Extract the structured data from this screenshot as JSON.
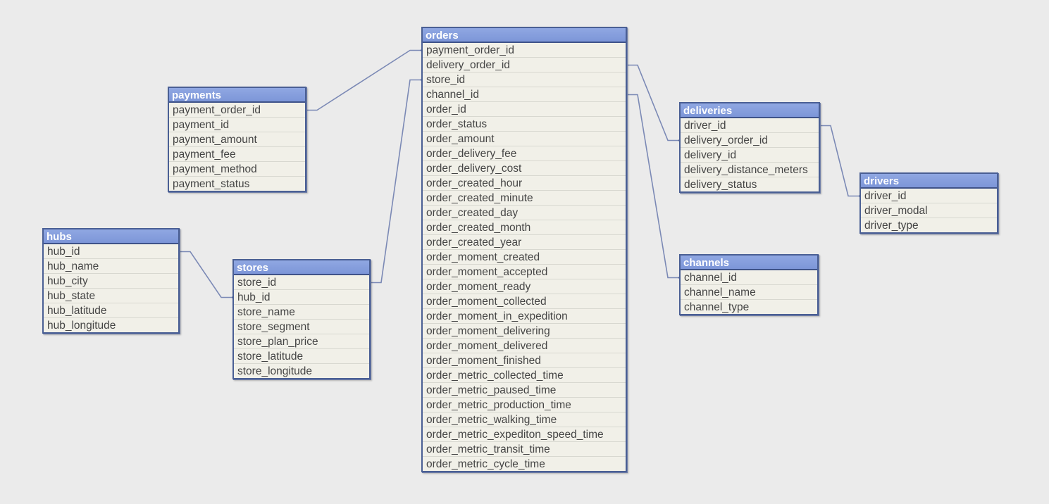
{
  "colors": {
    "background": "#ebebeb",
    "header": "#7d96d8",
    "connector": "#7b89b5",
    "row_bg": "#f1f0e8",
    "text": "#454545"
  },
  "tables": {
    "orders": {
      "title": "orders",
      "fields": [
        "payment_order_id",
        "delivery_order_id",
        "store_id",
        "channel_id",
        "order_id",
        "order_status",
        "order_amount",
        "order_delivery_fee",
        "order_delivery_cost",
        "order_created_hour",
        "order_created_minute",
        "order_created_day",
        "order_created_month",
        "order_created_year",
        "order_moment_created",
        "order_moment_accepted",
        "order_moment_ready",
        "order_moment_collected",
        "order_moment_in_expedition",
        "order_moment_delivering",
        "order_moment_delivered",
        "order_moment_finished",
        "order_metric_collected_time",
        "order_metric_paused_time",
        "order_metric_production_time",
        "order_metric_walking_time",
        "order_metric_expediton_speed_time",
        "order_metric_transit_time",
        "order_metric_cycle_time"
      ]
    },
    "payments": {
      "title": "payments",
      "fields": [
        "payment_order_id",
        "payment_id",
        "payment_amount",
        "payment_fee",
        "payment_method",
        "payment_status"
      ]
    },
    "hubs": {
      "title": "hubs",
      "fields": [
        "hub_id",
        "hub_name",
        "hub_city",
        "hub_state",
        "hub_latitude",
        "hub_longitude"
      ]
    },
    "stores": {
      "title": "stores",
      "fields": [
        "store_id",
        "hub_id",
        "store_name",
        "store_segment",
        "store_plan_price",
        "store_latitude",
        "store_longitude"
      ]
    },
    "deliveries": {
      "title": "deliveries",
      "fields": [
        "driver_id",
        "delivery_order_id",
        "delivery_id",
        "delivery_distance_meters",
        "delivery_status"
      ]
    },
    "drivers": {
      "title": "drivers",
      "fields": [
        "driver_id",
        "driver_modal",
        "driver_type"
      ]
    },
    "channels": {
      "title": "channels",
      "fields": [
        "channel_id",
        "channel_name",
        "channel_type"
      ]
    }
  },
  "links": [
    {
      "from": "payments",
      "from_field": "payment_order_id",
      "to": "orders",
      "to_field": "payment_order_id"
    },
    {
      "from": "orders",
      "from_field": "delivery_order_id",
      "to": "deliveries",
      "to_field": "delivery_order_id"
    },
    {
      "from": "stores",
      "from_field": "store_id",
      "to": "orders",
      "to_field": "store_id"
    },
    {
      "from": "orders",
      "from_field": "channel_id",
      "to": "channels",
      "to_field": "channel_id"
    },
    {
      "from": "hubs",
      "from_field": "hub_id",
      "to": "stores",
      "to_field": "hub_id"
    },
    {
      "from": "deliveries",
      "from_field": "driver_id",
      "to": "drivers",
      "to_field": "driver_id"
    }
  ]
}
